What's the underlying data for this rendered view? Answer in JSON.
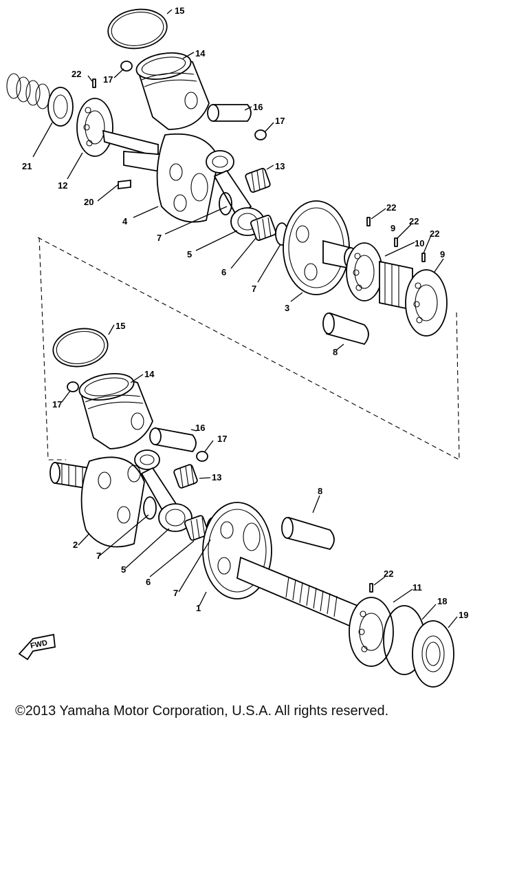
{
  "diagram": {
    "part_labels": {
      "p15a": "15",
      "p14a": "14",
      "p17a": "17",
      "p22a": "22",
      "p16a": "16",
      "p17b": "17",
      "p21": "21",
      "p12": "12",
      "p13a": "13",
      "p20": "20",
      "p4": "4",
      "p22b": "22",
      "p9a": "9",
      "p22c": "22",
      "p10": "10",
      "p22d": "22",
      "p9b": "9",
      "p7a": "7",
      "p5a": "5",
      "p6a": "6",
      "p7b": "7",
      "p3": "3",
      "p8a": "8",
      "p15b": "15",
      "p14b": "14",
      "p17c": "17",
      "p16b": "16",
      "p17d": "17",
      "p13b": "13",
      "p2": "2",
      "p7c": "7",
      "p5b": "5",
      "p6b": "6",
      "p7d": "7",
      "p1": "1",
      "p8b": "8",
      "p22e": "22",
      "p11": "11",
      "p18": "18",
      "p19": "19"
    },
    "fwd_label": "FWD"
  },
  "footer": {
    "copyright": "©2013 Yamaha Motor Corporation, U.S.A. All rights reserved."
  }
}
